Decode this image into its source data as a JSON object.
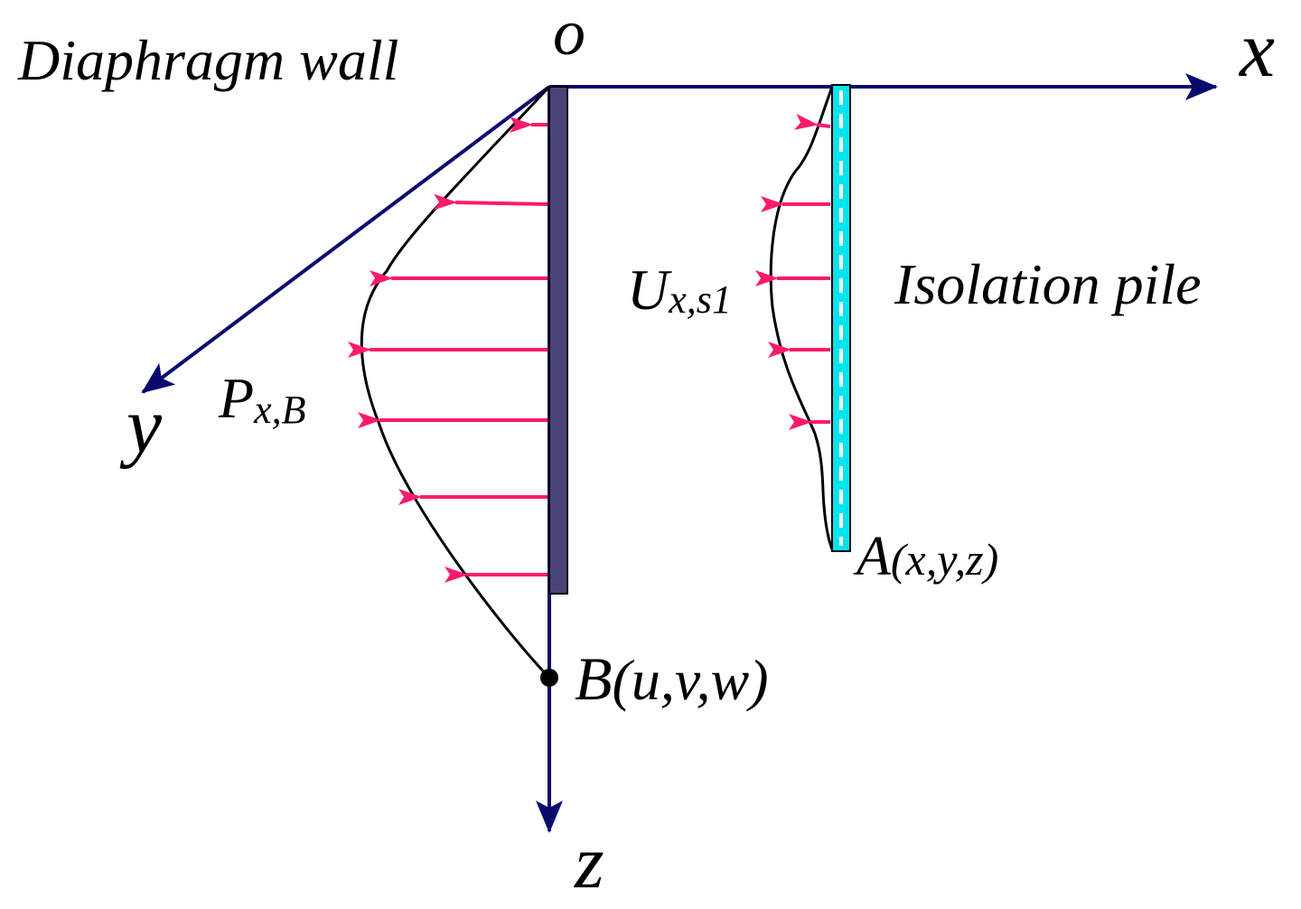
{
  "labels": {
    "wall": "Diaphragm wall",
    "origin": "o",
    "x_axis": "x",
    "y_axis": "y",
    "z_axis": "z",
    "pile": "Isolation pile",
    "u_main": "U",
    "u_sub": "x,s1",
    "p_main": "P",
    "p_sub": "x,B",
    "point_a_letter": "A",
    "point_a_coords": "(x,y,z)",
    "point_b_letter": "B",
    "point_b_coords": "(u,v,w)"
  },
  "colors": {
    "axis": "#0a0a6e",
    "wall_fill": "#4a4478",
    "pile_fill": "#00e5ef",
    "arrow": "#ff1a6b",
    "curve": "#000000"
  }
}
